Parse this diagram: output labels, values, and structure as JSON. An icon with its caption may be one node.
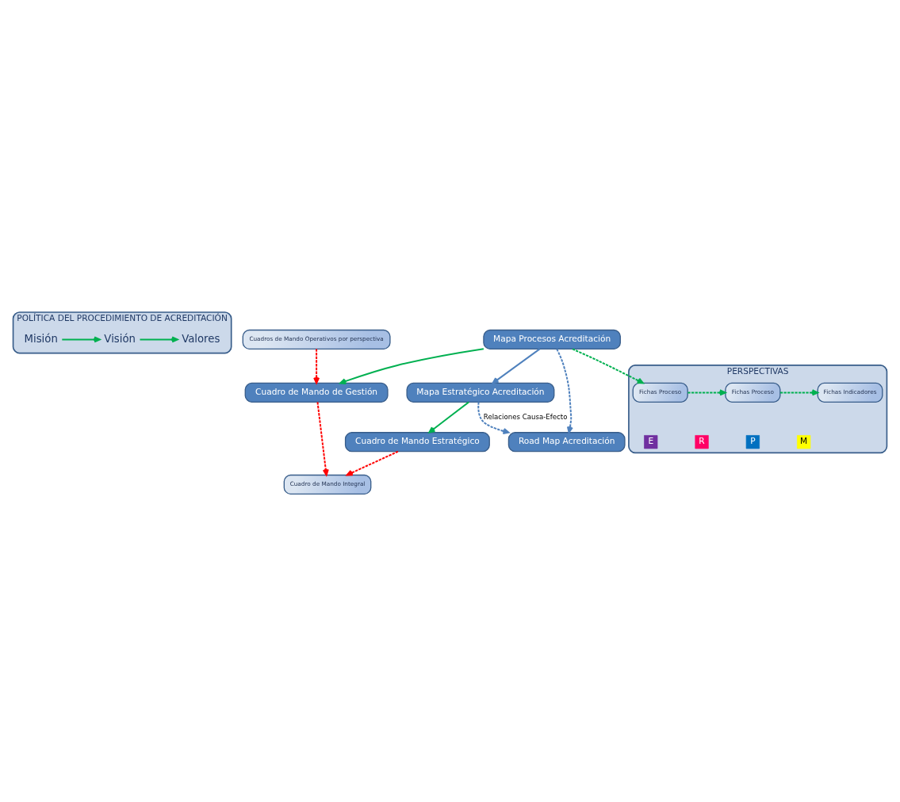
{
  "diagram": {
    "nodes": [
      {
        "text": [
          "POLÍTICA DEL PROCEDIMIENTO DE ACREDITACIÓN"
        ]
      },
      {
        "text": [
          "Misión"
        ],
        "in": 0
      },
      {
        "text": [
          "Visión"
        ],
        "in": 0
      },
      {
        "text": [
          "Valores"
        ],
        "in": 0
      },
      {
        "text": [
          "Mapa Procesos Acreditación"
        ]
      },
      {
        "text": [
          "PERSPECTIVAS"
        ]
      },
      {
        "text": [
          "Fichas Proceso"
        ],
        "in": 5
      },
      {
        "text": [
          "Fichas Proceso"
        ],
        "in": 5
      },
      {
        "text": [
          "Fichas Indicadores"
        ],
        "in": 5
      },
      {
        "text": [
          "E"
        ],
        "in": 5
      },
      {
        "text": [
          "R"
        ],
        "in": 5
      },
      {
        "text": [
          "P"
        ],
        "in": 5
      },
      {
        "text": [
          "M"
        ],
        "in": 5
      },
      {
        "text": [
          "Cuadros de Mando Operativos por perspectiva"
        ]
      },
      {
        "text": [
          "Cuadro de Mando de Gestión"
        ]
      },
      {
        "text": [
          "Road Map Acreditación"
        ]
      },
      {
        "text": [
          "Cuadro de Mando Integral"
        ]
      },
      {
        "text": [
          "Mapa Estratégico Acreditación"
        ]
      },
      {
        "text": [
          "Cuadro de Mando Estratégico"
        ]
      }
    ],
    "edges": [
      {
        "from": 1,
        "to": 2,
        "arrow": "to"
      },
      {
        "from": 2,
        "to": 3,
        "arrow": "to"
      },
      {
        "from": 4,
        "to": 6,
        "arrow": "to",
        "style": "dashed"
      },
      {
        "from": 6,
        "to": 7,
        "arrow": "to",
        "style": "dashed"
      },
      {
        "from": 7,
        "to": 8,
        "arrow": "to",
        "style": "dashed"
      },
      {
        "from": 4,
        "to": 14,
        "arrow": "to"
      },
      {
        "from": 13,
        "to": 14,
        "arrow": "to",
        "style": "dashed",
        "color": "#ff0000"
      },
      {
        "from": 14,
        "to": 16,
        "arrow": "to",
        "style": "dashed",
        "color": "#ff0000"
      },
      {
        "from": 4,
        "to": 17,
        "arrow": "to",
        "color": "#4f81bd"
      },
      {
        "from": 4,
        "to": 15,
        "arrow": "to",
        "style": "dashed",
        "color": "#4f81bd"
      },
      {
        "from": 17,
        "to": 15,
        "arrow": "to",
        "style": "dashed",
        "color": "#4f81bd",
        "label": "Relaciones Causa-Efecto"
      },
      {
        "from": 17,
        "to": 18,
        "arrow": "to"
      },
      {
        "from": 18,
        "to": 16,
        "arrow": "to",
        "style": "dashed",
        "color": "#ff0000"
      }
    ]
  }
}
